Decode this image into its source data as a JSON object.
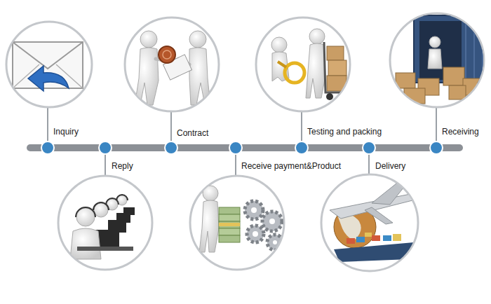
{
  "diagram": {
    "labels": [
      "Inquiry",
      "Reply",
      "Contract",
      "Receive payment&Product",
      "Testing and packing",
      "Delivery",
      "Receiving"
    ]
  }
}
